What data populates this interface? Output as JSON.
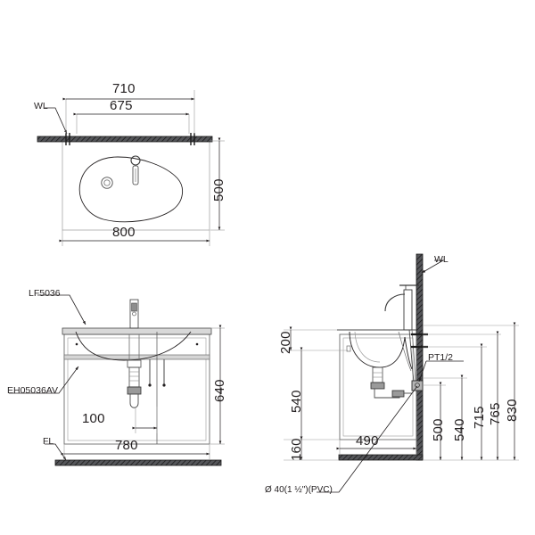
{
  "drawing": {
    "title": "Wall-hung washbasin with vanity cabinet - installation drawing",
    "units": "mm",
    "line_color": "#231f20",
    "wall_fill": "#4a4a4a"
  },
  "views": {
    "plan": {
      "name": "top-plan-view",
      "labels": {
        "wall_line": "WL"
      },
      "dimensions": {
        "overall_top": "710",
        "bracket_spacing": "675",
        "width": "800",
        "depth": "500"
      }
    },
    "front": {
      "name": "front-elevation-view",
      "labels": {
        "faucet_model": "LF5036",
        "cabinet_model": "EH05036AV",
        "floor_line": "FL"
      },
      "dimensions": {
        "height": "640",
        "drain_offset": "100",
        "cabinet_width": "780"
      }
    },
    "side": {
      "name": "side-section-view",
      "labels": {
        "wall_line": "WL",
        "supply_connection": "PT1/2",
        "waste_pipe": "Ø 40(1 ½\")(PVC)"
      },
      "dimensions": {
        "top_to_basin": "200",
        "cabinet_height": "540",
        "floor_gap": "160",
        "cabinet_depth": "490",
        "waste_height": "500",
        "trap_height": "540",
        "supply_height": "715",
        "basin_rim_height": "765",
        "counter_top_height": "830"
      }
    }
  }
}
